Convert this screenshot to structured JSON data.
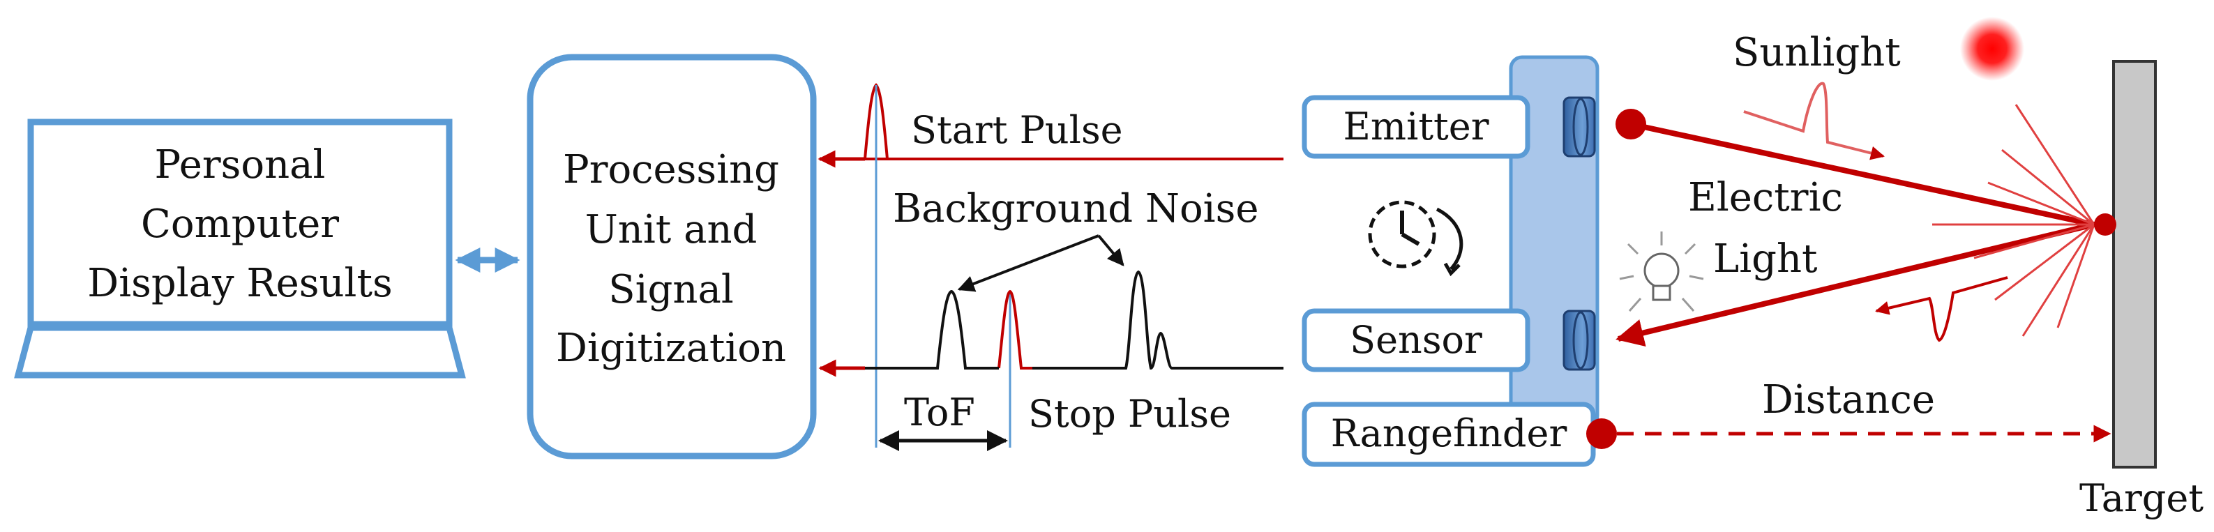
{
  "labels": {
    "pc": [
      "Personal",
      "Computer",
      "Display Results"
    ],
    "processing": [
      "Processing",
      "Unit and",
      "Signal",
      "Digitization"
    ],
    "start_pulse": "Start Pulse",
    "background_noise": "Background Noise",
    "tof": "ToF",
    "stop_pulse": "Stop Pulse",
    "emitter": "Emitter",
    "sensor": "Sensor",
    "rangefinder": "Rangefinder",
    "sunlight": "Sunlight",
    "electric_light": [
      "Electric",
      "Light"
    ],
    "distance": "Distance",
    "target": "Target"
  },
  "colors": {
    "box_blue": "#5b9bd5",
    "housing_blue": "#a9c6ea",
    "signal_red": "#c00000",
    "dark": "#111111",
    "target_gray": "#c8c8c8"
  },
  "icons": [
    "laptop-icon",
    "clock-icon",
    "light-bulb-icon",
    "sun-icon",
    "lens-icon"
  ]
}
